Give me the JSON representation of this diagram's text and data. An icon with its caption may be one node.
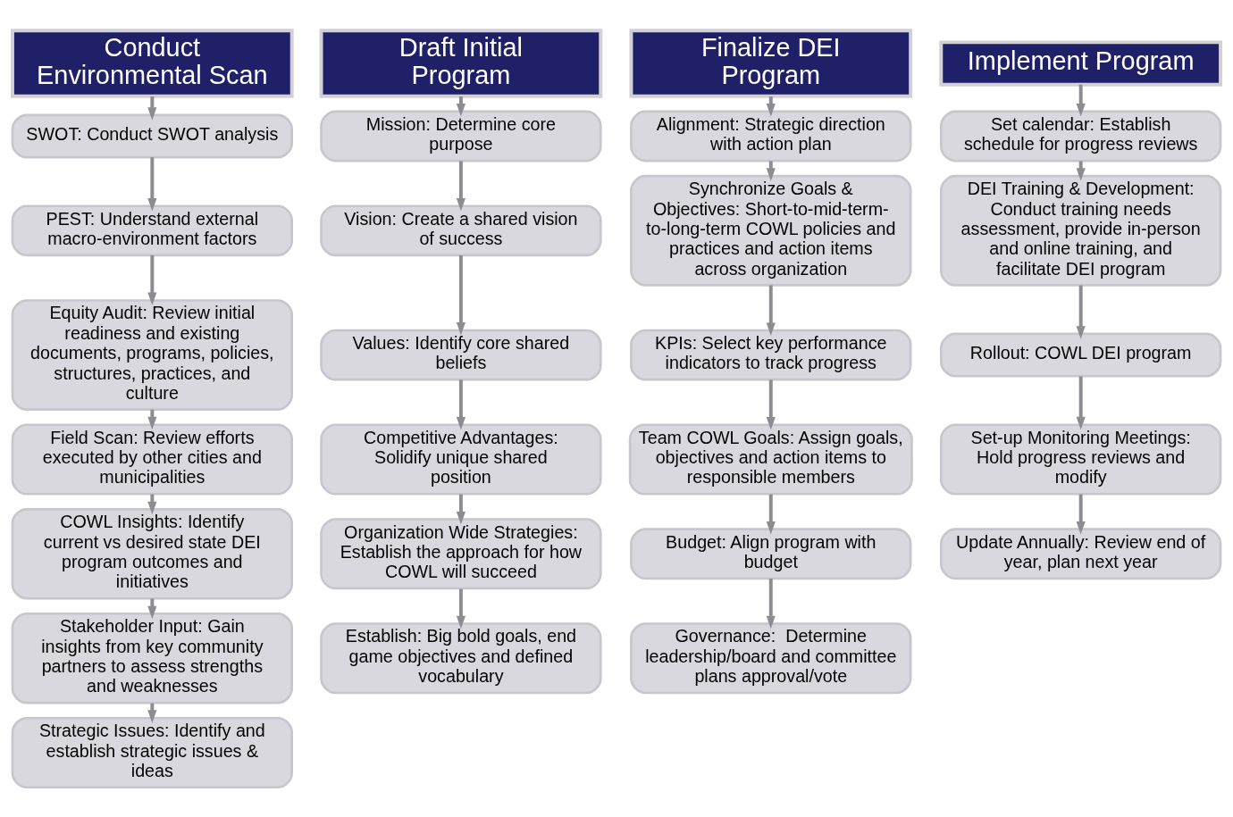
{
  "diagram": {
    "nodes": [
      {
        "text": [
          "Conduct Environmental Scan"
        ]
      },
      {
        "text": [
          "SWOT: Conduct SWOT analysis"
        ]
      },
      {
        "text": [
          "PEST: Understand external macro-environment factors"
        ]
      },
      {
        "text": [
          "Equity Audit: Review initial readiness and existing documents, programs, policies, structures, practices, and culture"
        ]
      },
      {
        "text": [
          "Field Scan: Review efforts executed by other cities and municipalities"
        ]
      },
      {
        "text": [
          "COWL Insights: Identify current vs desired state DEI program outcomes and initiatives"
        ]
      },
      {
        "text": [
          "Stakeholder Input: Gain insights from key community partners to assess strengths and weaknesses"
        ]
      },
      {
        "text": [
          "Strategic Issues: Identify and establish strategic issues & ideas"
        ]
      },
      {
        "text": [
          "Draft Initial Program"
        ]
      },
      {
        "text": [
          "Mission: Determine core purpose"
        ]
      },
      {
        "text": [
          "Vision: Create a shared vision of success"
        ]
      },
      {
        "text": [
          "Values: Identify core shared beliefs"
        ]
      },
      {
        "text": [
          "Competitive Advantages: Solidify unique shared position"
        ]
      },
      {
        "text": [
          "Organization Wide Strategies: Establish the approach for how COWL will succeed"
        ]
      },
      {
        "text": [
          "Establish: Big bold goals, end game objectives and defined vocabulary"
        ]
      },
      {
        "text": [
          "Finalize DEI Program"
        ]
      },
      {
        "text": [
          "Alignment: Strategic direction with action plan"
        ]
      },
      {
        "text": [
          "Synchronize Goals & Objectives: Short-to-mid-term-to-long-term COWL policies and practices and action items across organization"
        ]
      },
      {
        "text": [
          "KPIs: Select key performance indicators to track progress"
        ]
      },
      {
        "text": [
          "Team COWL Goals: Assign goals, objectives and action items to responsible members"
        ]
      },
      {
        "text": [
          "Budget: Align program with budget"
        ]
      },
      {
        "text": [
          "Governance:  Determine leadership/board and committee plans approval/vote"
        ]
      },
      {
        "text": [
          "Implement Program"
        ]
      },
      {
        "text": [
          "Set calendar: Establish schedule for progress reviews"
        ]
      },
      {
        "text": [
          "DEI Training & Development: Conduct training needs assessment, provide in-person and online training, and facilitate DEI program"
        ]
      },
      {
        "text": [
          "Rollout: COWL DEI program"
        ]
      },
      {
        "text": [
          "Set-up Monitoring Meetings: Hold progress reviews and modify"
        ]
      },
      {
        "text": [
          "Update Annually: Review end of year, plan next year"
        ]
      }
    ],
    "edges": [
      {
        "from": 0,
        "to": 1,
        "arrow": "to"
      },
      {
        "from": 1,
        "to": 2,
        "arrow": "to"
      },
      {
        "from": 2,
        "to": 3,
        "arrow": "to"
      },
      {
        "from": 3,
        "to": 4,
        "arrow": "to"
      },
      {
        "from": 4,
        "to": 5,
        "arrow": "to"
      },
      {
        "from": 5,
        "to": 6,
        "arrow": "to"
      },
      {
        "from": 6,
        "to": 7,
        "arrow": "to"
      },
      {
        "from": 8,
        "to": 9,
        "arrow": "to"
      },
      {
        "from": 9,
        "to": 10,
        "arrow": "to"
      },
      {
        "from": 10,
        "to": 11,
        "arrow": "to"
      },
      {
        "from": 11,
        "to": 12,
        "arrow": "to"
      },
      {
        "from": 12,
        "to": 13,
        "arrow": "to"
      },
      {
        "from": 13,
        "to": 14,
        "arrow": "to"
      },
      {
        "from": 15,
        "to": 16,
        "arrow": "to"
      },
      {
        "from": 16,
        "to": 17,
        "arrow": "to"
      },
      {
        "from": 17,
        "to": 18,
        "arrow": "to"
      },
      {
        "from": 18,
        "to": 19,
        "arrow": "to"
      },
      {
        "from": 19,
        "to": 20,
        "arrow": "to"
      },
      {
        "from": 20,
        "to": 21,
        "arrow": "to"
      },
      {
        "from": 22,
        "to": 23,
        "arrow": "to"
      },
      {
        "from": 23,
        "to": 24,
        "arrow": "to"
      },
      {
        "from": 24,
        "to": 25,
        "arrow": "to"
      },
      {
        "from": 25,
        "to": 26,
        "arrow": "to"
      },
      {
        "from": 26,
        "to": 27,
        "arrow": "to"
      }
    ]
  }
}
